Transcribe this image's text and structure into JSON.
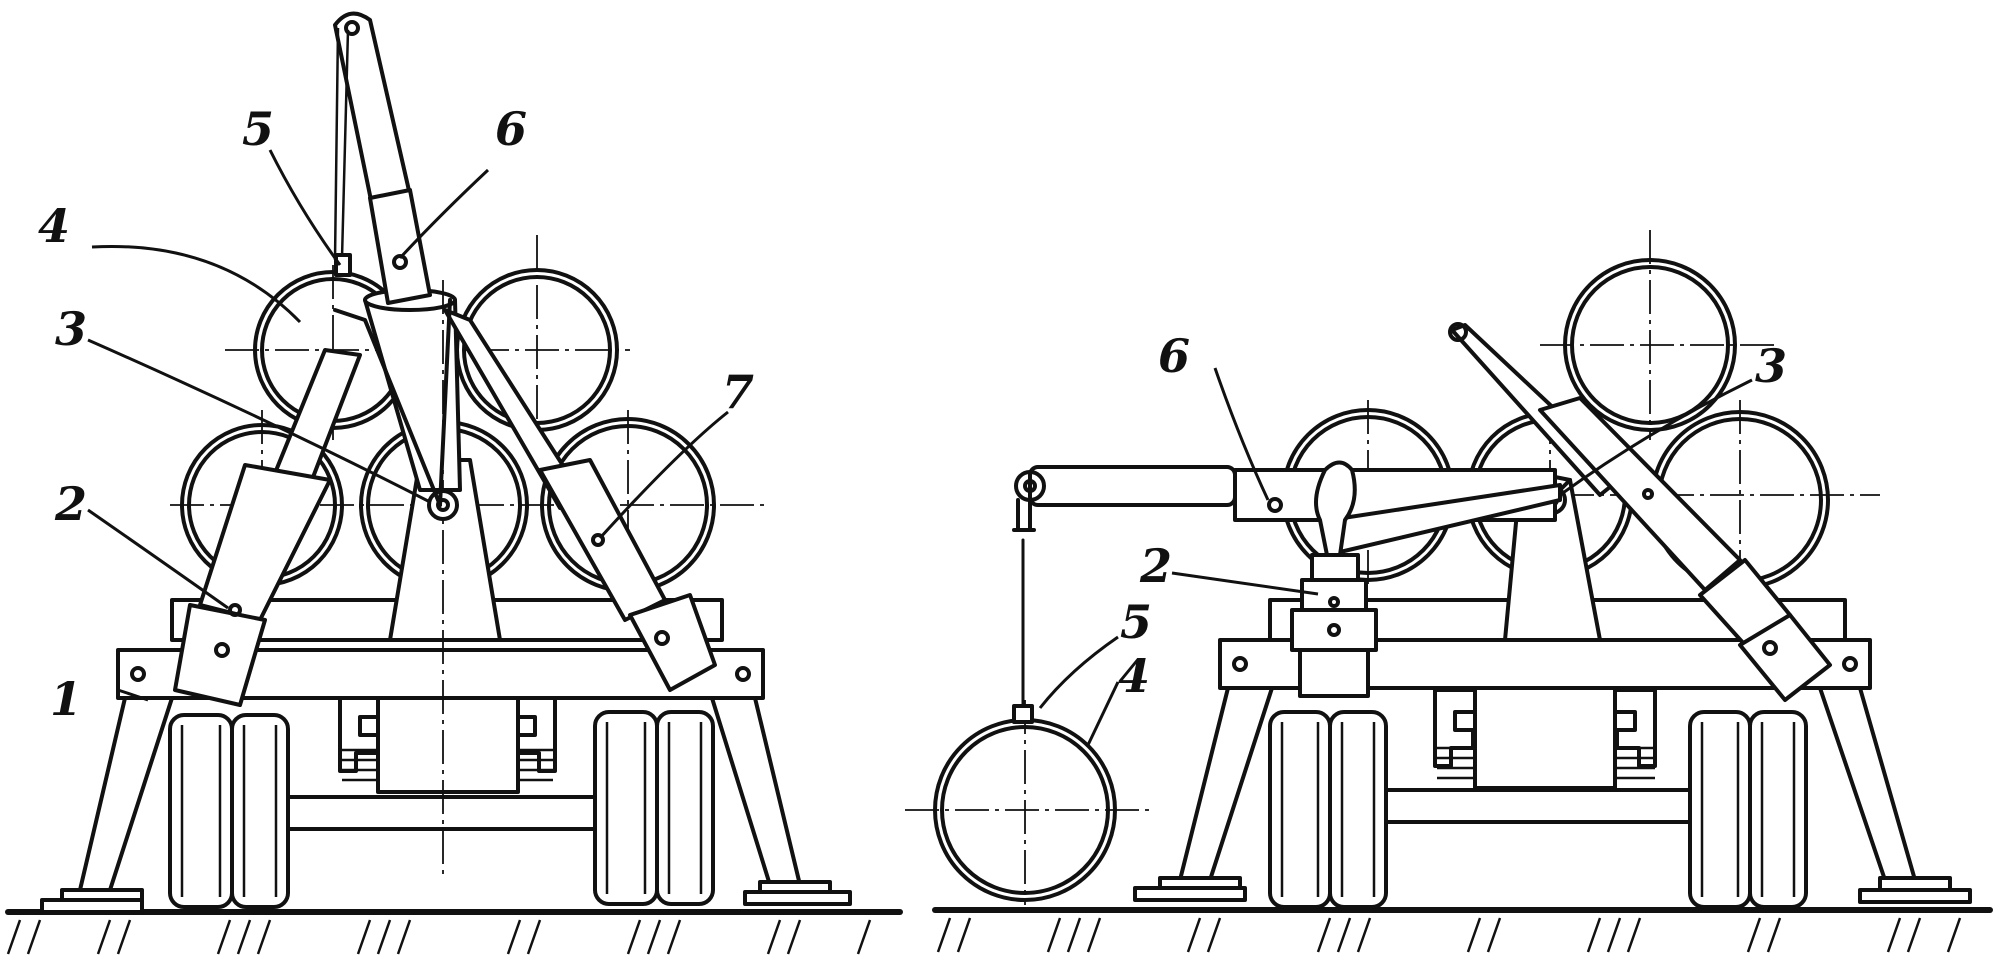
{
  "figure": {
    "left_view": {
      "labels": [
        "1",
        "2",
        "3",
        "4",
        "5",
        "6",
        "7"
      ]
    },
    "right_view": {
      "labels": [
        "2",
        "3",
        "4",
        "5",
        "6"
      ]
    },
    "colors": {
      "ink": "#111111",
      "paper": "#ffffff"
    }
  }
}
